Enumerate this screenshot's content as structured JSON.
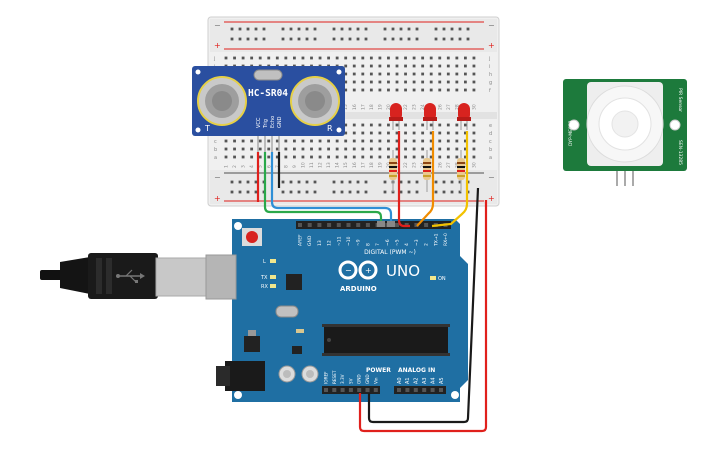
{
  "ultrasonic": {
    "model": "HC-SR04",
    "left_marker": "T",
    "right_marker": "R",
    "pins": [
      "VCC",
      "Trig",
      "Echo",
      "GND"
    ]
  },
  "pir": {
    "label_top": "PIR Sensor",
    "label_sub": "DYP-ME003",
    "label_model": "SEN-13285"
  },
  "arduino": {
    "brand": "ARDUINO",
    "model": "UNO",
    "digital_label": "DIGITAL (PWM ~)",
    "power_label": "POWER",
    "analog_label": "ANALOG IN",
    "on_label": "ON",
    "l_label": "L",
    "tx_label": "TX",
    "rx_label": "RX",
    "aref": "AREF",
    "gnd": "GND",
    "digital_pins": [
      "13",
      "12",
      "~11",
      "~10",
      "~9",
      "8",
      "7",
      "~6",
      "~5",
      "4",
      "~3",
      "2",
      "TX→1",
      "RX←0"
    ],
    "power_pins": [
      "IOREF",
      "RESET",
      "3.3V",
      "5V",
      "GND",
      "GND",
      "Vin"
    ],
    "analog_pins": [
      "A0",
      "A1",
      "A2",
      "A3",
      "A4",
      "A5"
    ]
  },
  "breadboard": {
    "row_letters_left": [
      "j",
      "i",
      "h",
      "g",
      "f",
      "e",
      "d",
      "c",
      "b",
      "a"
    ],
    "column_numbers": [
      "1",
      "2",
      "3",
      "4",
      "5",
      "6",
      "7",
      "8",
      "9",
      "10",
      "11",
      "12",
      "13",
      "14",
      "15",
      "16",
      "17",
      "18",
      "19",
      "20",
      "21",
      "22",
      "23",
      "24",
      "25",
      "26",
      "27",
      "28",
      "29",
      "30"
    ]
  },
  "colors": {
    "board_blue": "#1f6fa3",
    "wire_red": "#e0201c",
    "wire_black": "#1a1a1a",
    "wire_green": "#2aa84a",
    "wire_blue": "#2f8fd6",
    "wire_orange": "#f08c00",
    "wire_yellow": "#f2c200",
    "led_red": "#d8231f",
    "pir_green": "#1d7a3c",
    "sensor_blue": "#2a4fa0"
  }
}
